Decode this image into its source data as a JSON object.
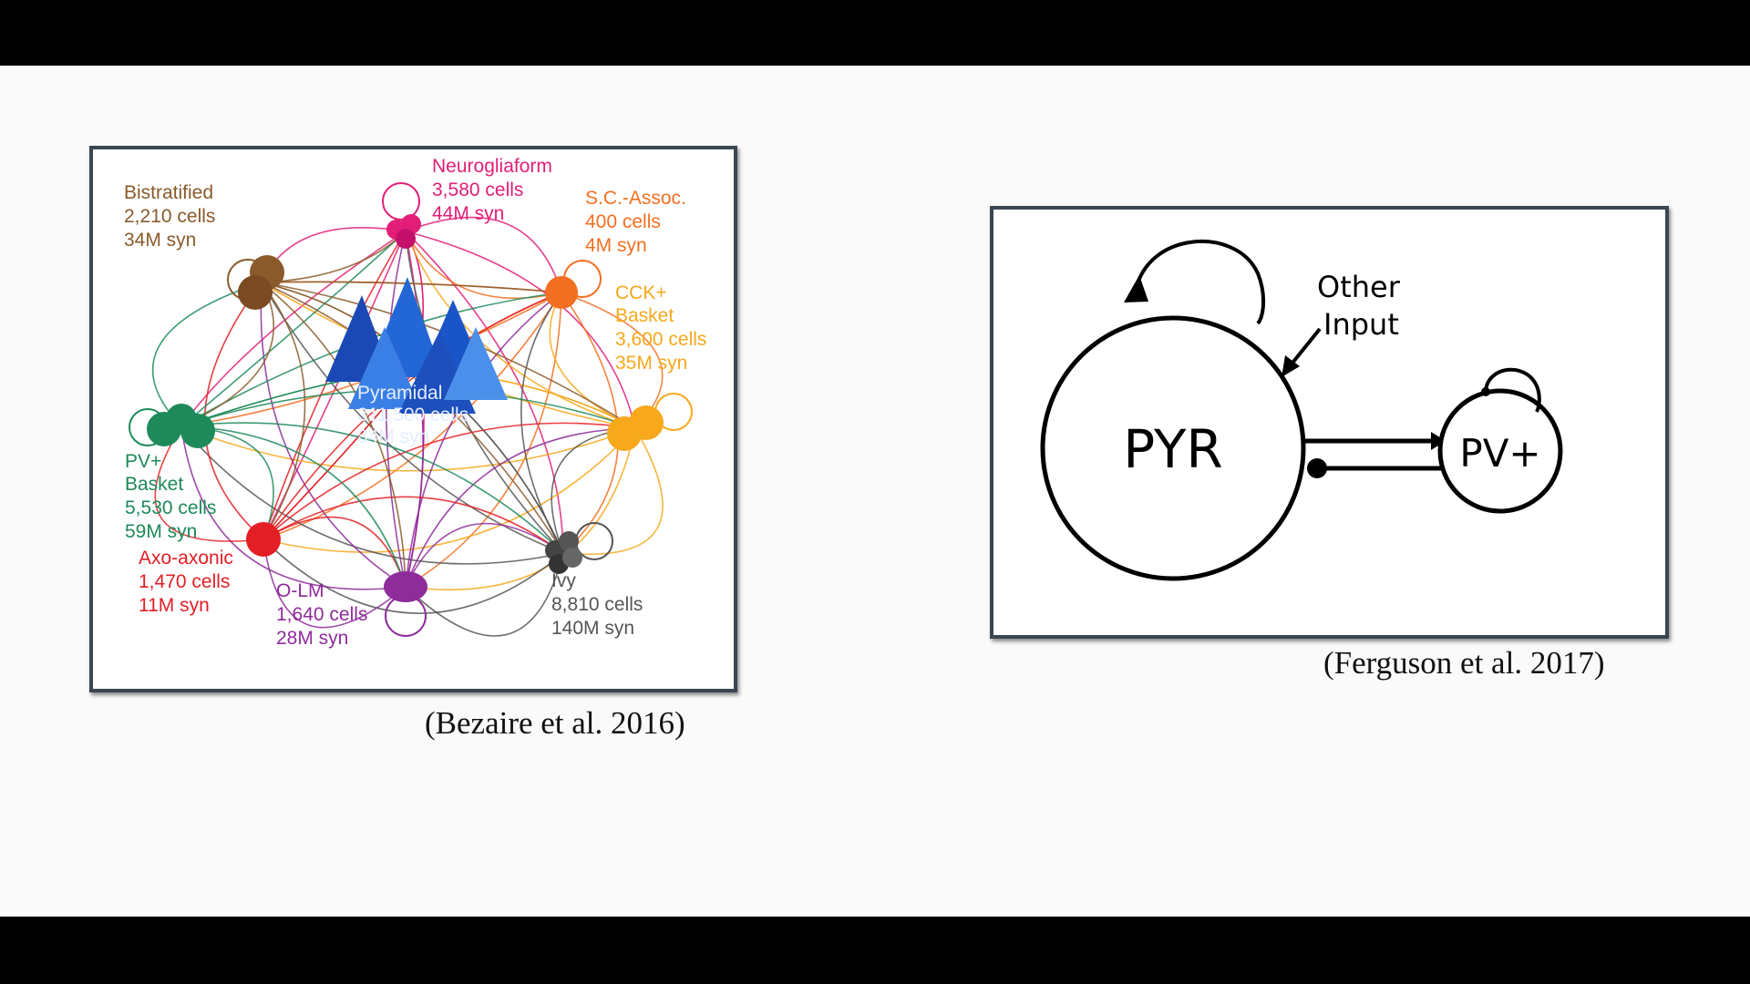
{
  "left_figure": {
    "center": {
      "name": "Pyramidal",
      "cells": "311,500 cells",
      "syn": "84M syn"
    },
    "cell_types": [
      {
        "key": "neurogliaform",
        "name": "Neurogliaform",
        "cells": "3,580 cells",
        "syn": "44M syn",
        "color": "#e21e78"
      },
      {
        "key": "sc-assoc",
        "name": "S.C.-Assoc.",
        "cells": "400 cells",
        "syn": "4M syn",
        "color": "#f36f21"
      },
      {
        "key": "cck-basket",
        "name": "CCK+",
        "name2": "Basket",
        "cells": "3,600 cells",
        "syn": "35M syn",
        "color": "#f7a81b"
      },
      {
        "key": "ivy",
        "name": "Ivy",
        "cells": "8,810 cells",
        "syn": "140M syn",
        "color": "#555555"
      },
      {
        "key": "olm",
        "name": "O-LM",
        "cells": "1,640 cells",
        "syn": "28M syn",
        "color": "#8e2c9a"
      },
      {
        "key": "axo-axonic",
        "name": "Axo-axonic",
        "cells": "1,470 cells",
        "syn": "11M syn",
        "color": "#e31e24"
      },
      {
        "key": "pv-basket",
        "name": "PV+",
        "name2": "Basket",
        "cells": "5,530 cells",
        "syn": "59M syn",
        "color": "#1e8a5a"
      },
      {
        "key": "bistratified",
        "name": "Bistratified",
        "cells": "2,210 cells",
        "syn": "34M syn",
        "color": "#8b5a2b"
      }
    ],
    "pyramidal_color": "#1f5fd1"
  },
  "right_figure": {
    "pyr_label": "PYR",
    "pv_label": "PV+",
    "input_label_line1": "Other",
    "input_label_line2": "Input"
  },
  "citations": {
    "left": "(Bezaire et al. 2016)",
    "right": "(Ferguson et al. 2017)"
  }
}
